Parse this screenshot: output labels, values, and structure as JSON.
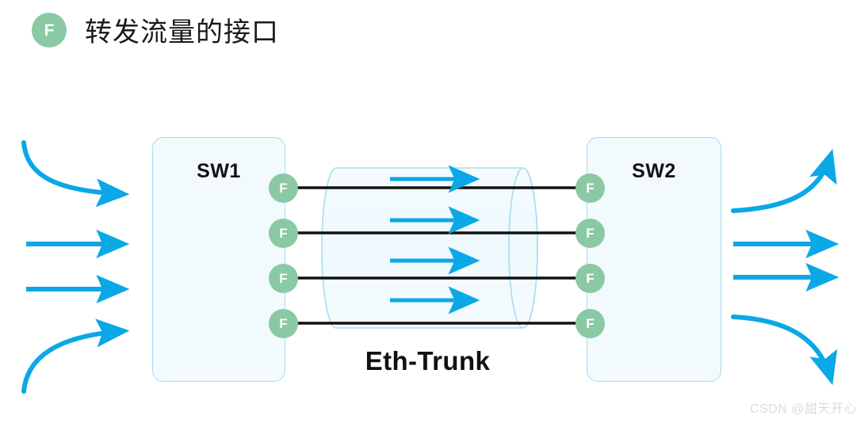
{
  "header": {
    "badge_letter": "F",
    "badge_color": "#8ac9a4",
    "title": "转发流量的接口"
  },
  "diagram": {
    "type": "network-link-aggregation",
    "switches": [
      {
        "id": "sw1",
        "label": "SW1",
        "ports": [
          "F",
          "F",
          "F",
          "F"
        ]
      },
      {
        "id": "sw2",
        "label": "SW2",
        "ports": [
          "F",
          "F",
          "F",
          "F"
        ]
      }
    ],
    "trunk": {
      "label": "Eth-Trunk",
      "member_links": 4,
      "flow_arrows": 4,
      "direction": "left-to-right"
    },
    "ingress_arrows": [
      {
        "shape": "curve-down",
        "label": ""
      },
      {
        "shape": "straight",
        "label": ""
      },
      {
        "shape": "straight",
        "label": ""
      },
      {
        "shape": "curve-up",
        "label": ""
      }
    ],
    "egress_arrows": [
      {
        "shape": "curve-up",
        "label": ""
      },
      {
        "shape": "straight",
        "label": ""
      },
      {
        "shape": "straight",
        "label": ""
      },
      {
        "shape": "curve-down",
        "label": ""
      }
    ],
    "colors": {
      "accent_blue": "#0aa8e6",
      "port_green": "#8ac9a4",
      "box_fill": "#f2fafd",
      "box_border": "#a8dcf0",
      "link_line": "#111111"
    }
  },
  "watermark": {
    "text": "CSDN @甜天开心"
  }
}
